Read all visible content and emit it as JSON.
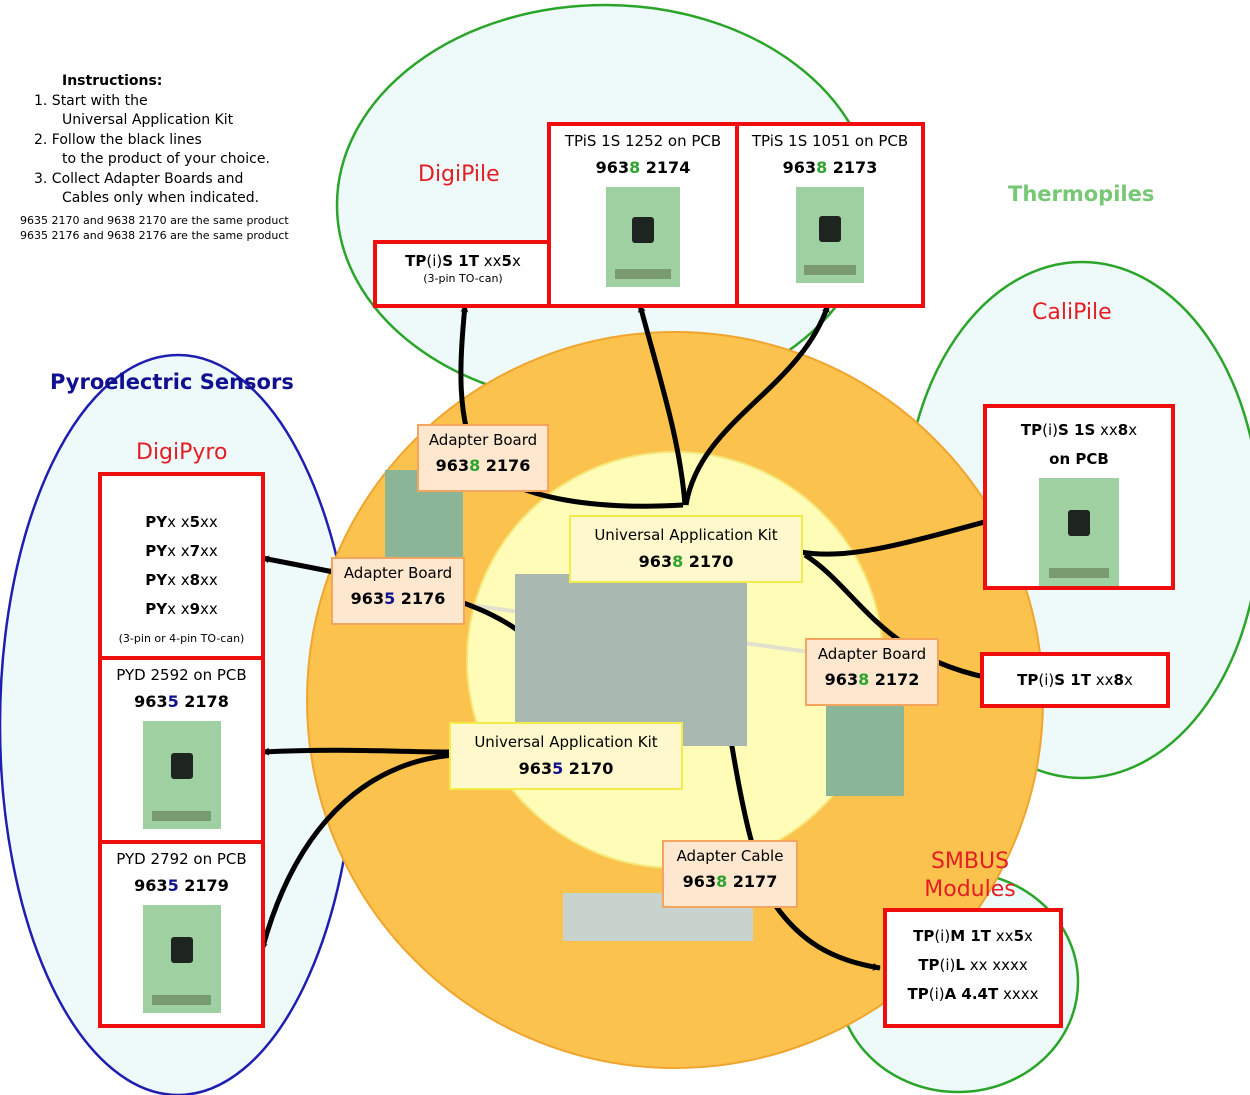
{
  "instructions": {
    "heading": "Instructions:",
    "steps": [
      "1. Start with the",
      "Universal Application Kit",
      "2. Follow the black lines",
      "to the product of your choice.",
      "3. Collect Adapter Boards and",
      "Cables only when indicated."
    ],
    "notes": [
      "9635 2170 and 9638 2170 are the same product",
      "9635 2176 and 9638 2176 are the same product"
    ]
  },
  "groups": {
    "thermopiles": "Thermopiles",
    "pyroelectric": "Pyroelectric Sensors",
    "digipile": "DigiPile",
    "calipile": "CaliPile",
    "digipyro": "DigiPyro",
    "smbus": [
      "SMBUS",
      "Modules"
    ]
  },
  "digipile": {
    "tpis_can": {
      "line1": [
        "TP",
        "(i)",
        "S 1T",
        " xx",
        "5",
        "x"
      ],
      "sub": "(3-pin TO-can)"
    },
    "pcb1252": {
      "title": "TPiS 1S 1252 on PCB",
      "num": [
        "963",
        "8",
        " 2174"
      ]
    },
    "pcb1051": {
      "title": "TPiS 1S 1051 on PCB",
      "num": [
        "963",
        "8",
        " 2173"
      ]
    }
  },
  "calipile": {
    "pcb": {
      "line1": [
        "TP",
        "(i)",
        "S 1S",
        " xx",
        "8",
        "x"
      ],
      "line2": "on PCB"
    },
    "can": {
      "line1": [
        "TP",
        "(i)",
        "S 1T",
        " xx",
        "8",
        "x"
      ]
    }
  },
  "digipyro": {
    "can_lines": [
      [
        "PY",
        "x x",
        "5",
        "xx"
      ],
      [
        "PY",
        "x x",
        "7",
        "xx"
      ],
      [
        "PY",
        "x x",
        "8",
        "xx"
      ],
      [
        "PY",
        "x x",
        "9",
        "xx"
      ]
    ],
    "can_sub": "(3-pin or 4-pin TO-can)",
    "pyd2592": {
      "title": "PYD 2592 on PCB",
      "num": [
        "963",
        "5",
        " 2178"
      ]
    },
    "pyd2792": {
      "title": "PYD 2792 on PCB",
      "num": [
        "963",
        "5",
        " 2179"
      ]
    }
  },
  "smbus": {
    "lines": [
      [
        "TP",
        "(i)",
        "M 1T",
        " xx",
        "5",
        "x"
      ],
      [
        "TP",
        "(i)",
        "L",
        " xx xxxx",
        "",
        ""
      ],
      [
        "TP",
        "(i)",
        "A 4.4T",
        " xxxx",
        "",
        ""
      ]
    ]
  },
  "adapters": {
    "ab_2176_8": {
      "title": "Adapter Board",
      "num": [
        "963",
        "8",
        " 2176"
      ]
    },
    "ab_2176_5": {
      "title": "Adapter Board",
      "num": [
        "963",
        "5",
        " 2176"
      ]
    },
    "ab_2172": {
      "title": "Adapter Board",
      "num": [
        "963",
        "8",
        " 2172"
      ]
    },
    "cable_2177": {
      "title": "Adapter Cable",
      "num": [
        "963",
        "8",
        " 2177"
      ]
    }
  },
  "kits": {
    "kit8": {
      "title": "Universal Application Kit",
      "num": [
        "963",
        "8",
        " 2170"
      ]
    },
    "kit5": {
      "title": "Universal Application Kit",
      "num": [
        "963",
        "5",
        " 2170"
      ]
    }
  },
  "colors": {
    "red": "#e31e24",
    "green_title": "#77c774",
    "blue_title": "#11118f",
    "orange_disk": "#fbc24d",
    "inner_disk": "#fffcb8",
    "cloud_fill": "#eefafa",
    "green_outline": "#2aa52a",
    "blue_outline": "#1e1eb0"
  }
}
